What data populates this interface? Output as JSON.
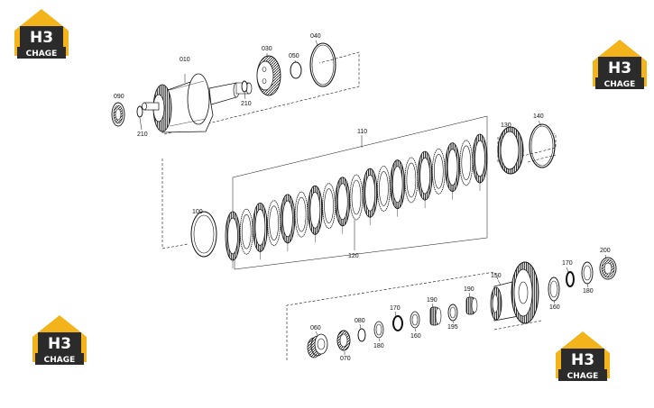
{
  "logo": {
    "mark": "H3",
    "wordmark": "CHAGE",
    "colors": {
      "gold": "#f3b31b",
      "dark": "#2b2b2b",
      "white": "#ffffff"
    }
  },
  "parts": {
    "p010": "010",
    "p030": "030",
    "p040": "040",
    "p050": "050",
    "p090": "090",
    "p210a": "210",
    "p210b": "210",
    "p100": "100",
    "p110": "110",
    "p120": "120",
    "p130": "130",
    "p140": "140",
    "p060": "060",
    "p070": "070",
    "p080": "080",
    "p170a": "170",
    "p180a": "180",
    "p160a": "160",
    "p190a": "190",
    "p195": "195",
    "p190b": "190",
    "p150": "150",
    "p160b": "160",
    "p170b": "170",
    "p180b": "180",
    "p200": "200"
  },
  "colors": {
    "line": "#111111",
    "hatch": "#333333"
  }
}
